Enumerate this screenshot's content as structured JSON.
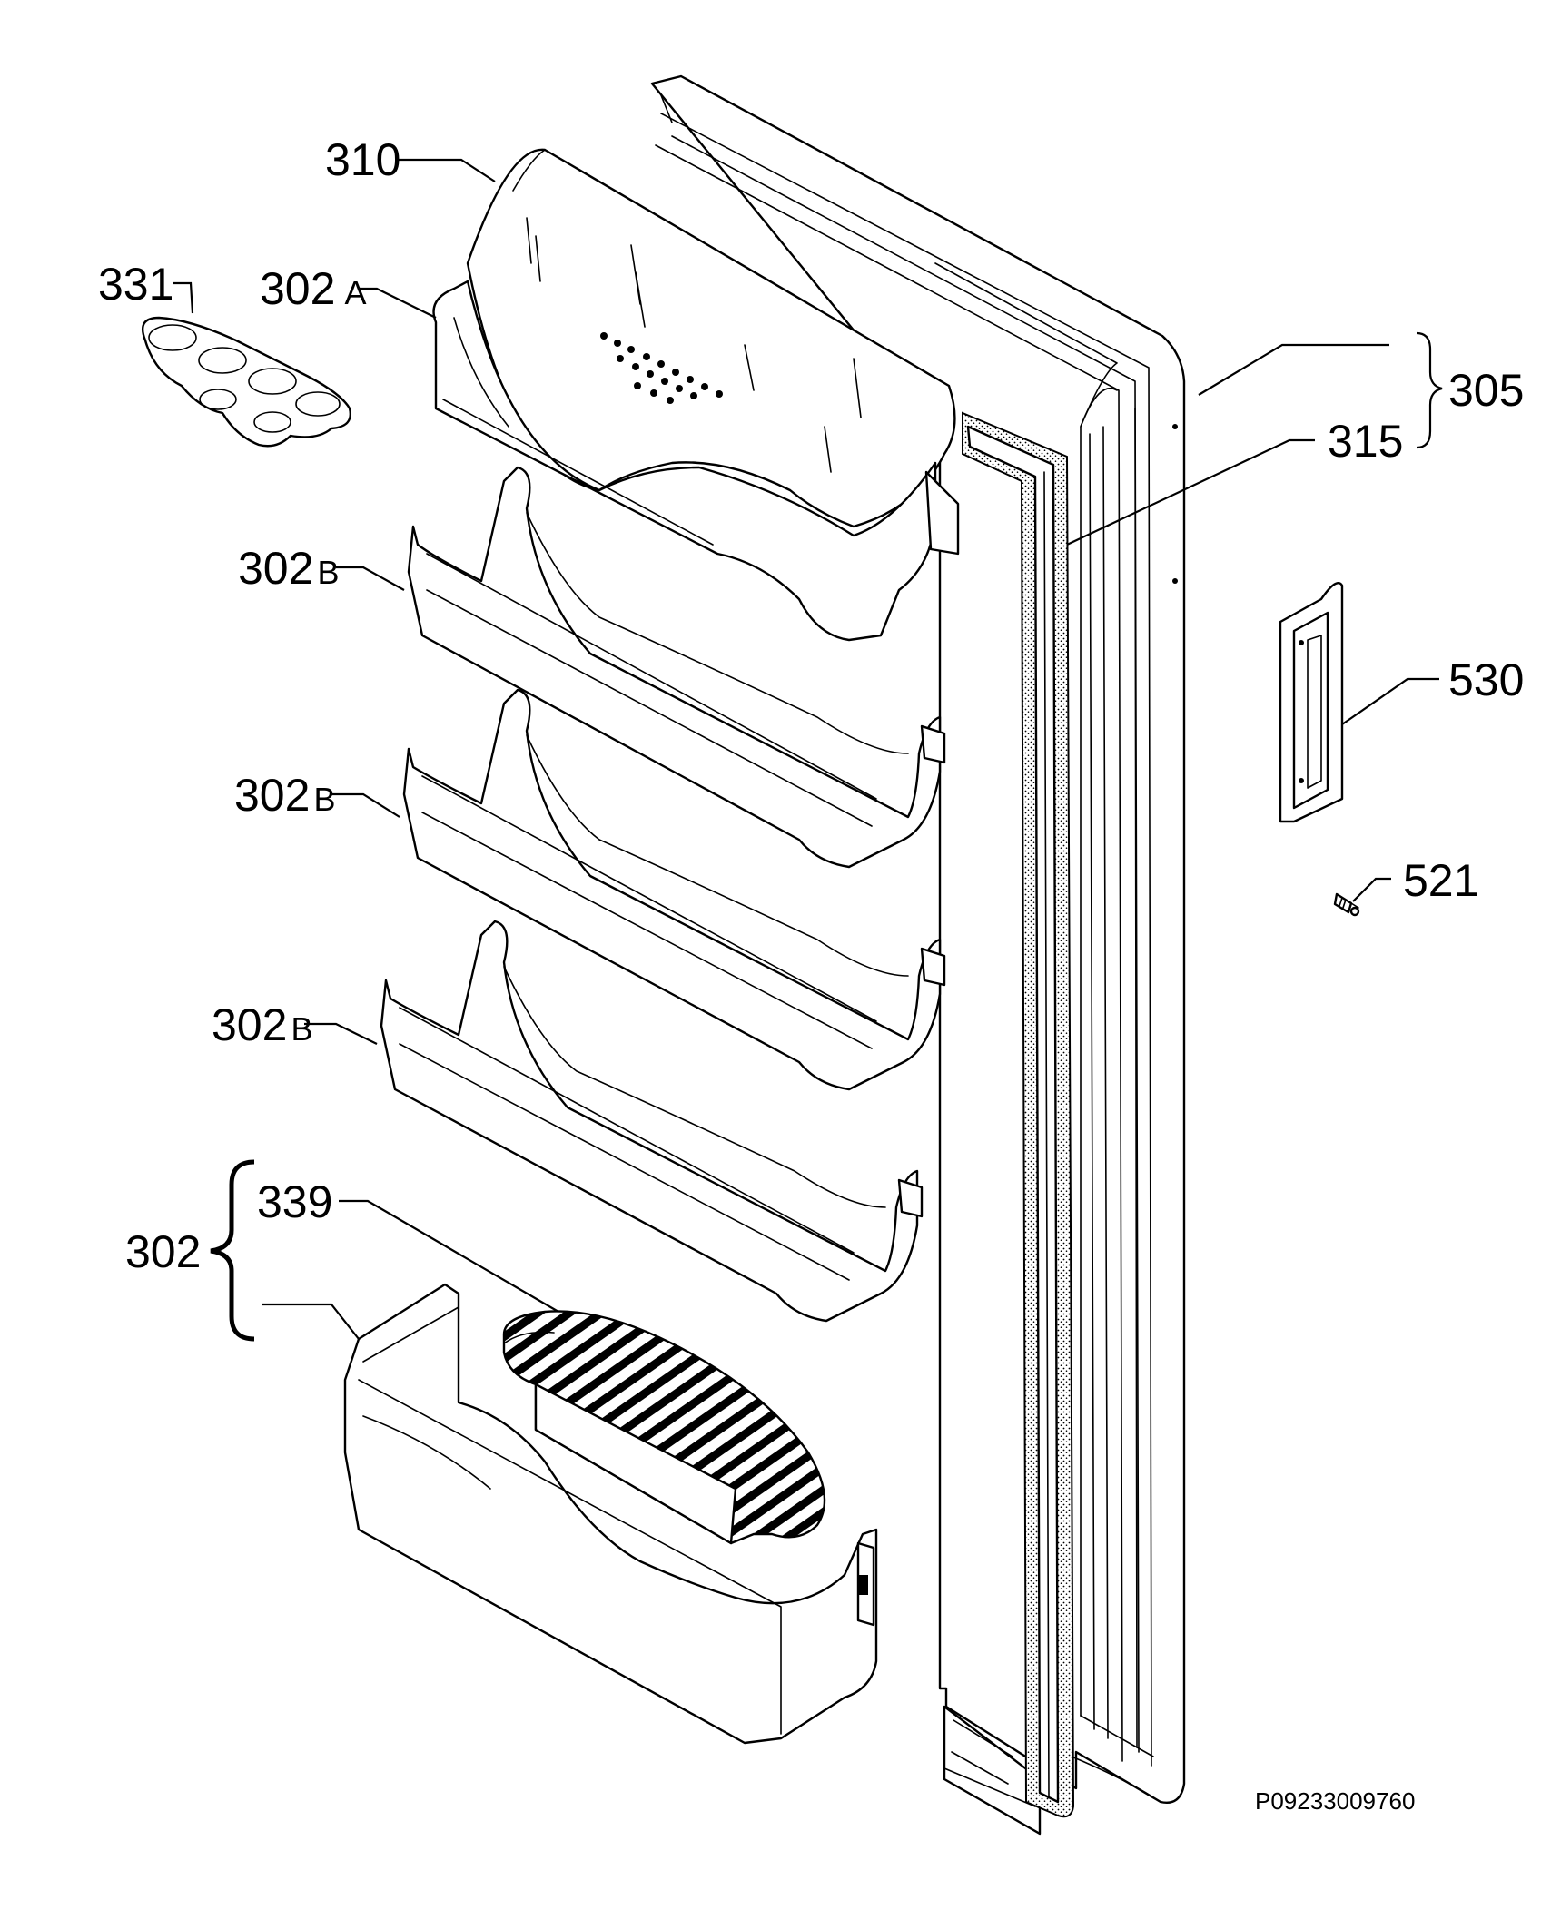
{
  "figure": {
    "background": "#ffffff",
    "ink": "#000000",
    "reference_code": "P09233009760"
  },
  "callouts": {
    "c310": {
      "number": "310",
      "suffix": ""
    },
    "c331": {
      "number": "331",
      "suffix": ""
    },
    "c302a": {
      "number": "302",
      "suffix": "A"
    },
    "c302b_1": {
      "number": "302",
      "suffix": "B"
    },
    "c302b_2": {
      "number": "302",
      "suffix": "B"
    },
    "c302b_3": {
      "number": "302",
      "suffix": "B"
    },
    "c339": {
      "number": "339",
      "suffix": ""
    },
    "c302": {
      "number": "302",
      "suffix": ""
    },
    "c305": {
      "number": "305",
      "suffix": ""
    },
    "c315": {
      "number": "315",
      "suffix": ""
    },
    "c530": {
      "number": "530",
      "suffix": ""
    },
    "c521": {
      "number": "521",
      "suffix": ""
    }
  },
  "parts": [
    {
      "id": "310",
      "name": "dairy-compartment-lid"
    },
    {
      "id": "331",
      "name": "egg-tray"
    },
    {
      "id": "302A",
      "name": "dairy-compartment-shelf"
    },
    {
      "id": "302B",
      "name": "door-shelf"
    },
    {
      "id": "339",
      "name": "bottle-holder"
    },
    {
      "id": "302",
      "name": "bottle-shelf"
    },
    {
      "id": "305",
      "name": "door-inner-panel"
    },
    {
      "id": "315",
      "name": "door-gasket"
    },
    {
      "id": "530",
      "name": "door-handle"
    },
    {
      "id": "521",
      "name": "screw"
    }
  ]
}
